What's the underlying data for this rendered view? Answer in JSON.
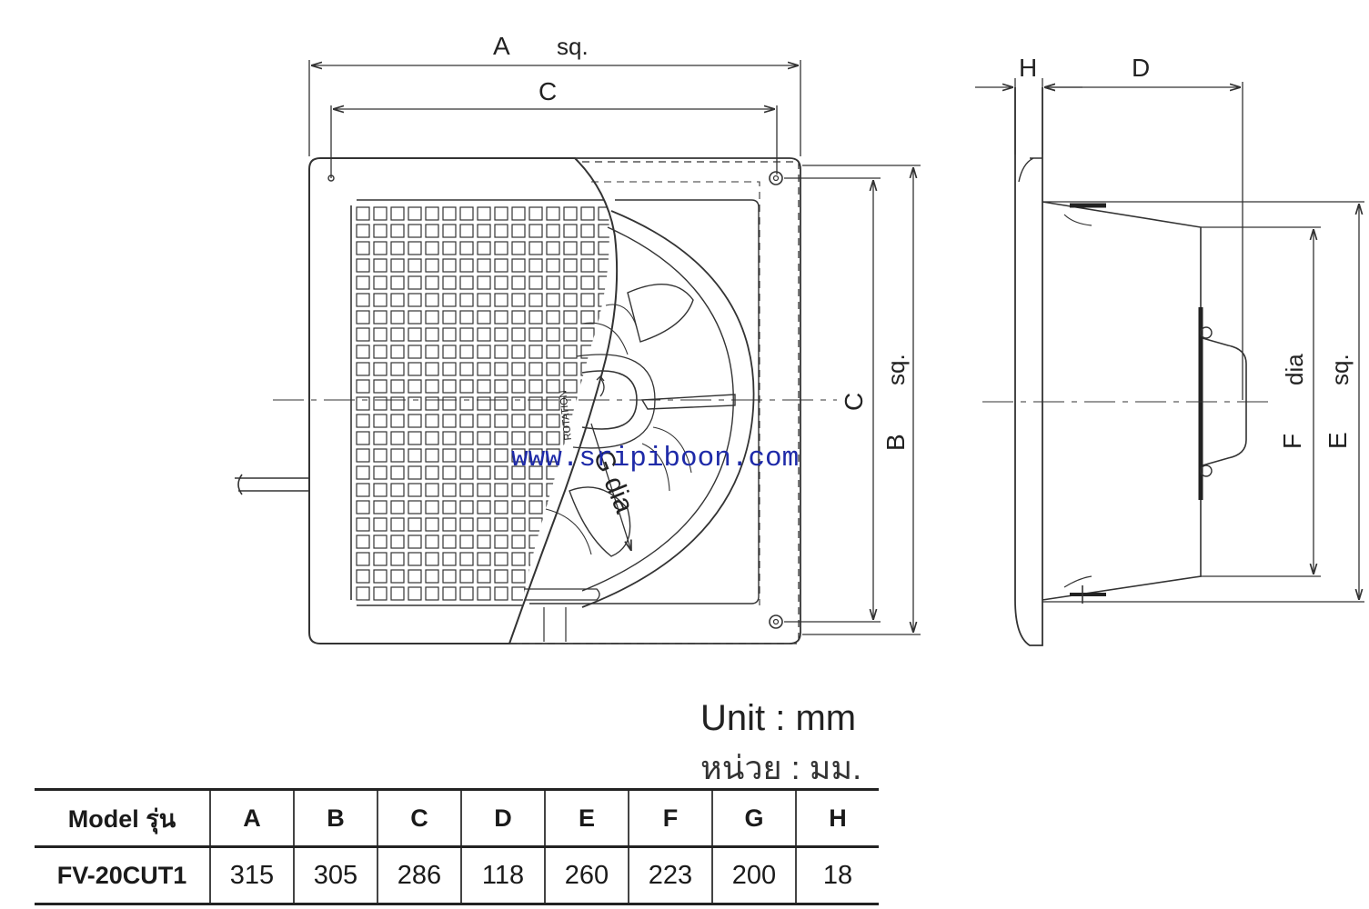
{
  "drawing": {
    "front_dim_a": "A",
    "front_dim_a_suffix": "sq.",
    "front_dim_c_top": "C",
    "front_dim_c_side": "C",
    "front_dim_b": "B",
    "front_dim_b_suffix": "sq.",
    "front_dim_g": "G dia",
    "rotation_label": "ROTATION",
    "side_dim_h": "H",
    "side_dim_d": "D",
    "side_dim_f": "F",
    "side_dim_f_suffix": "dia",
    "side_dim_e": "E",
    "side_dim_e_suffix": "sq."
  },
  "watermark": "www.sripiboon.com",
  "unit_label_en": "Unit : mm",
  "unit_label_th": "หน่วย : มม.",
  "table": {
    "headers": [
      "Model รุ่น",
      "A",
      "B",
      "C",
      "D",
      "E",
      "F",
      "G",
      "H"
    ],
    "rows": [
      [
        "FV-20CUT1",
        "315",
        "305",
        "286",
        "118",
        "260",
        "223",
        "200",
        "18"
      ]
    ]
  }
}
